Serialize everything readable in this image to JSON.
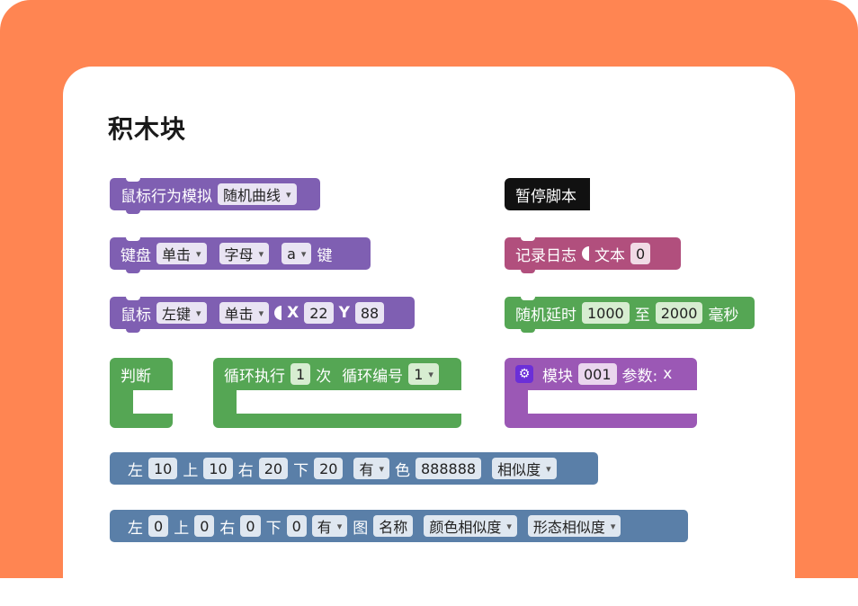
{
  "title": "积木块",
  "blocks": {
    "mouse_sim": {
      "label": "鼠标行为模拟",
      "option": "随机曲线"
    },
    "pause": {
      "label": "暂停脚本"
    },
    "keyboard": {
      "label": "键盘",
      "action": "单击",
      "type": "字母",
      "key": "a",
      "suffix": "键"
    },
    "log": {
      "label": "记录日志",
      "text_label": "文本",
      "value": "0"
    },
    "mouse": {
      "label": "鼠标",
      "button": "左键",
      "action": "单击",
      "x_label": "X",
      "x": "22",
      "y_label": "Y",
      "y": "88"
    },
    "random_delay": {
      "label": "随机延时",
      "from": "1000",
      "to_label": "至",
      "to": "2000",
      "unit": "毫秒"
    },
    "judge": {
      "label": "判断"
    },
    "loop": {
      "label": "循环执行",
      "count": "1",
      "times": "次",
      "index_label": "循环编号",
      "index": "1"
    },
    "module": {
      "label": "模块",
      "id": "001",
      "param_label": "参数:",
      "param": "x"
    },
    "find_color": {
      "left_label": "左",
      "left": "10",
      "top_label": "上",
      "top": "10",
      "right_label": "右",
      "right": "20",
      "bottom_label": "下",
      "bottom": "20",
      "has": "有",
      "color_label": "色",
      "color": "888888",
      "similarity": "相似度"
    },
    "find_image": {
      "left_label": "左",
      "left": "0",
      "top_label": "上",
      "top": "0",
      "right_label": "右",
      "right": "0",
      "bottom_label": "下",
      "bottom": "0",
      "has": "有",
      "image_label": "图",
      "name": "名称",
      "color_sim": "颜色相似度",
      "shape_sim": "形态相似度"
    }
  },
  "colors": {
    "background": "#ff8552",
    "purple": "#7f5fb2",
    "black": "#111111",
    "rose": "#b14f7d",
    "green": "#55a654",
    "violet": "#9b58b5",
    "blue": "#5a7fa8"
  }
}
